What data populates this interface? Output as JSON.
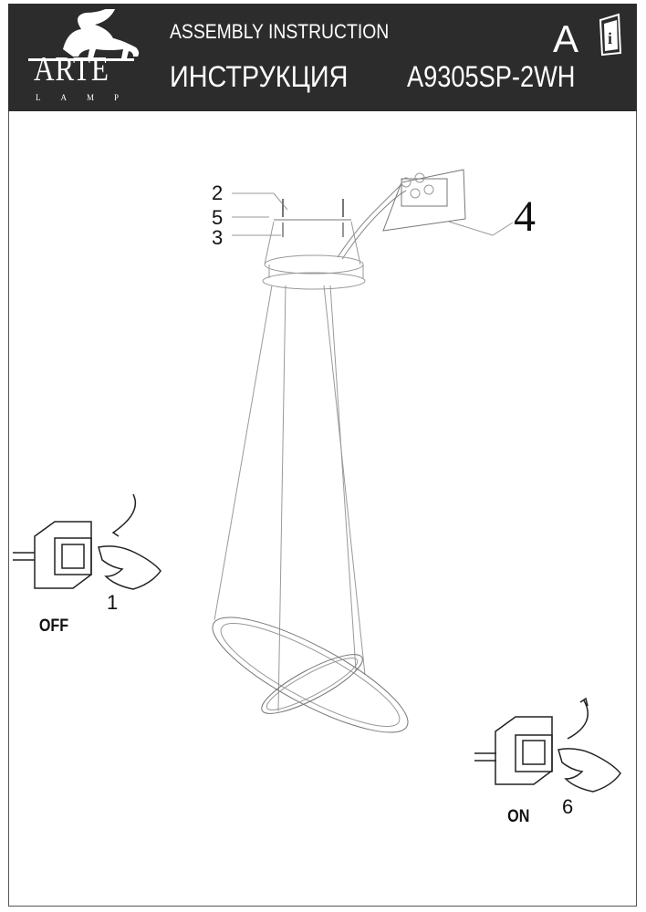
{
  "header": {
    "brand": "ARTE",
    "brand_sub": "LAMP",
    "title_en": "ASSEMBLY INSTRUCTION",
    "title_ru": "ИНСТРУКЦИЯ",
    "model": "A9305SP-2WH",
    "version": "A"
  },
  "diagram": {
    "part_labels": [
      "2",
      "5",
      "3",
      "4"
    ],
    "step_off": {
      "number": "1",
      "label": "OFF"
    },
    "step_on": {
      "number": "6",
      "label": "ON"
    }
  }
}
